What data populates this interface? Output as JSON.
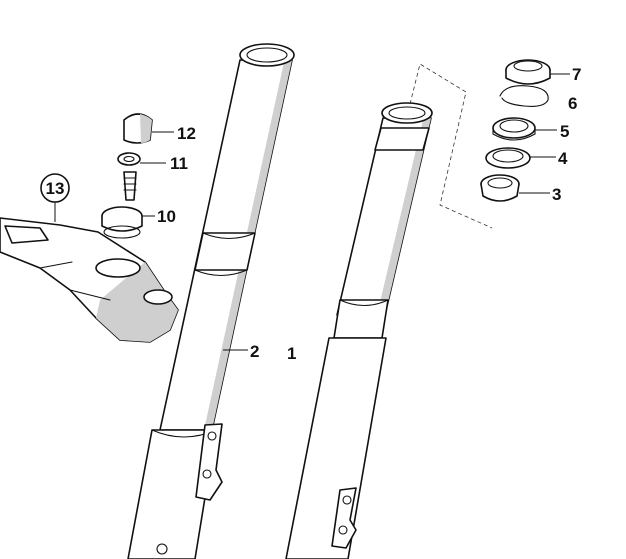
{
  "callouts": {
    "fork_right": "1",
    "fork_left": "2",
    "bearing_race": "3",
    "bearing": "4",
    "washer": "5",
    "circlip": "6",
    "dust_seal": "7",
    "stem_nut": "10",
    "washer_small": "11",
    "cap_nut": "12",
    "triple_clamp": "13"
  }
}
